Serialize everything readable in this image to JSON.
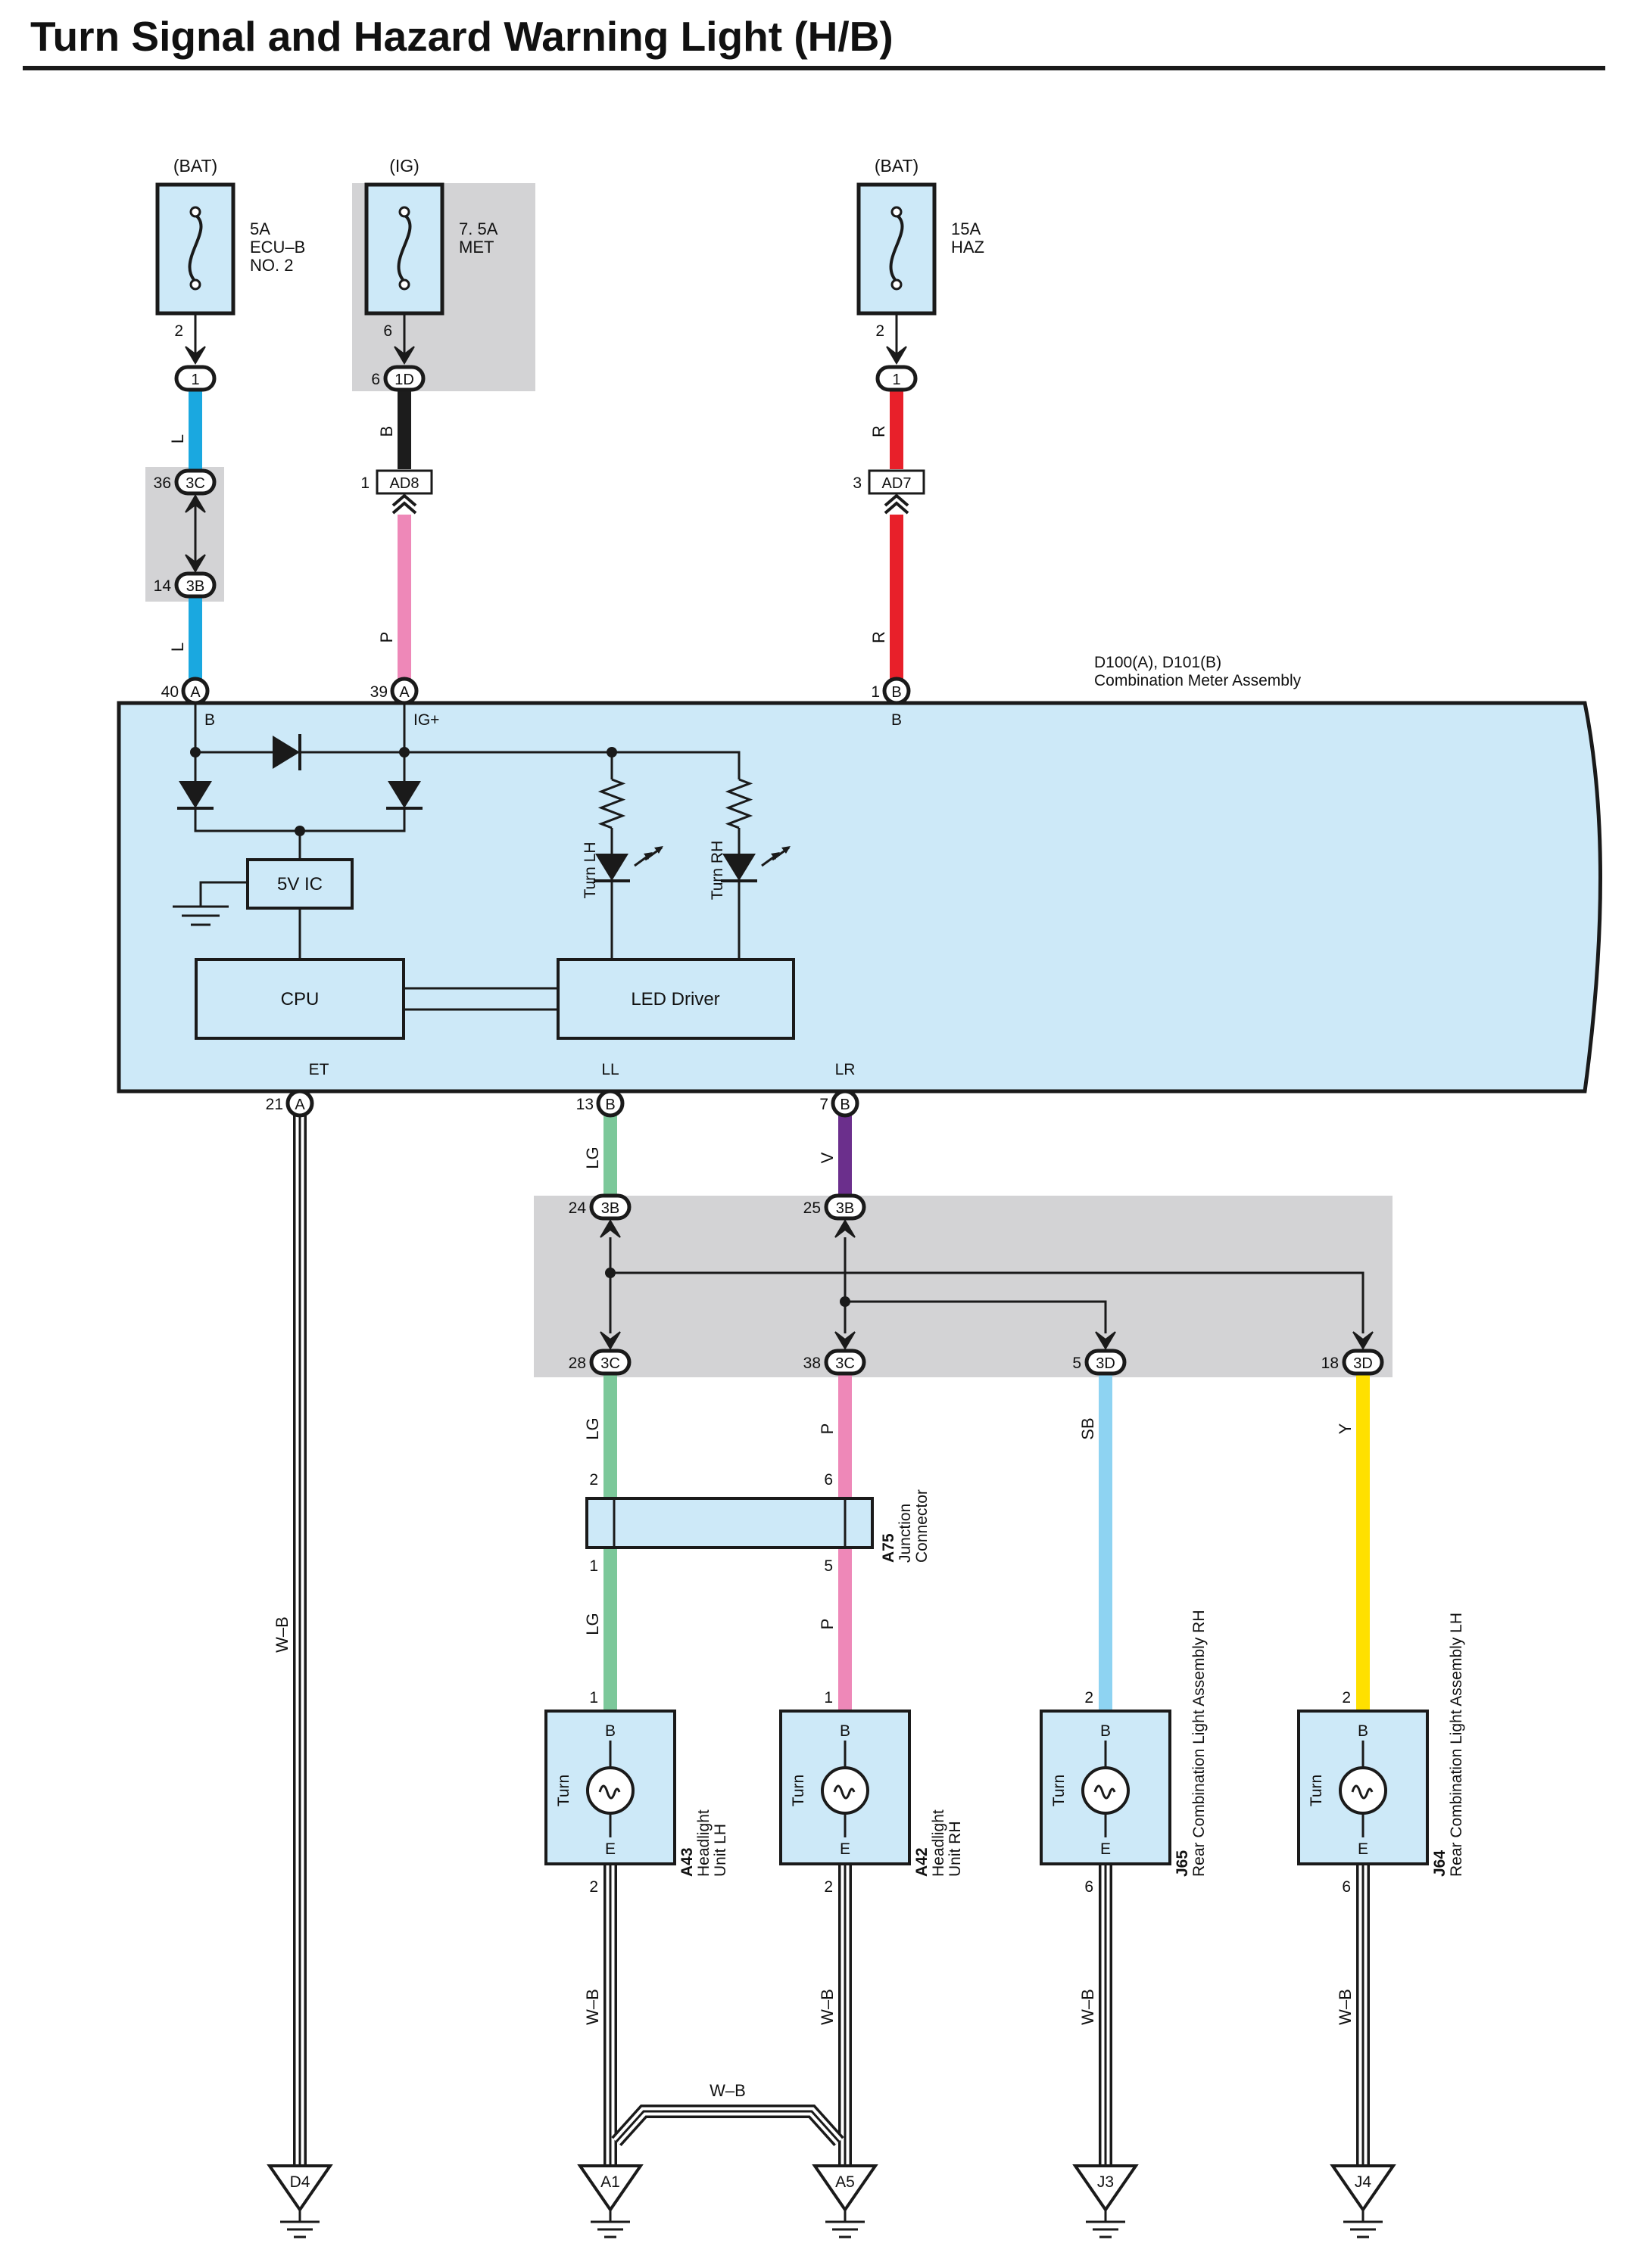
{
  "title": "Turn Signal and Hazard Warning Light (H/B)",
  "sources": [
    {
      "supply": "(BAT)",
      "rating": "5A",
      "name_lines": [
        "ECU–B",
        "NO. 2"
      ],
      "out_pin": "2",
      "connector": "1"
    },
    {
      "supply": "(IG)",
      "rating": "7. 5A",
      "name_lines": [
        "MET"
      ],
      "out_pin": "6",
      "connector": "1D"
    },
    {
      "supply": "(BAT)",
      "rating": "15A",
      "name_lines": [
        "HAZ"
      ],
      "out_pin": "2",
      "connector": "1"
    }
  ],
  "inline_connectors": [
    {
      "pin": "36",
      "code": "3C"
    },
    {
      "pin": "14",
      "code": "3B"
    },
    {
      "pin": "1",
      "code": "AD8"
    },
    {
      "pin": "3",
      "code": "AD7"
    }
  ],
  "wire_colors": {
    "L": "#1aa8e0",
    "B": "#1c1c1c",
    "R": "#e8202a",
    "P": "#ee88b8",
    "LG": "#7cc89a",
    "V": "#6b2f8c",
    "SB": "#8ed3f2",
    "Y": "#ffe000",
    "W-B": "#ffffff"
  },
  "colors": {
    "block_fill": "#cde9f8",
    "junction_fill": "#d3d3d5",
    "outline": "#1a1a1a"
  },
  "meter": {
    "ids": "D100(A), D101(B)",
    "name": "Combination Meter Assembly",
    "top_pins": [
      {
        "num": "40",
        "conn": "A",
        "label": "B",
        "wire_top": "L",
        "wire_bottom": "L"
      },
      {
        "num": "39",
        "conn": "A",
        "label": "IG+",
        "wire_top": "B",
        "wire_bottom": "P"
      },
      {
        "num": "1",
        "conn": "B",
        "label": "B",
        "wire_top": "R",
        "wire_bottom": "R"
      }
    ],
    "bottom_pins": [
      {
        "num": "21",
        "conn": "A",
        "label": "ET"
      },
      {
        "num": "13",
        "conn": "B",
        "label": "LL"
      },
      {
        "num": "7",
        "conn": "B",
        "label": "LR"
      }
    ],
    "blocks": {
      "ic": "5V IC",
      "cpu": "CPU",
      "led": "LED Driver"
    },
    "indicators": [
      "Turn LH",
      "Turn RH"
    ]
  },
  "junction": {
    "inputs": [
      {
        "pin": "24",
        "code": "3B",
        "wire": "LG"
      },
      {
        "pin": "25",
        "code": "3B",
        "wire": "V"
      }
    ],
    "outputs": [
      {
        "pin": "28",
        "code": "3C",
        "wire": "LG"
      },
      {
        "pin": "38",
        "code": "3C",
        "wire": "P"
      },
      {
        "pin": "5",
        "code": "3D",
        "wire": "SB"
      },
      {
        "pin": "18",
        "code": "3D",
        "wire": "Y"
      }
    ]
  },
  "junction_connector": {
    "id": "A75",
    "name_lines": [
      "Junction",
      "Connector"
    ],
    "pins_in": [
      "2",
      "6"
    ],
    "pins_out": [
      "1",
      "5"
    ],
    "wire_below": [
      "LG",
      "P"
    ]
  },
  "lamps": [
    {
      "id": "A43",
      "name_lines": [
        "Headlight",
        "Unit LH"
      ],
      "in_pin": "1",
      "out_pin": "2",
      "b": "B",
      "e": "E",
      "label": "Turn",
      "ground_wire": "W–B"
    },
    {
      "id": "A42",
      "name_lines": [
        "Headlight",
        "Unit RH"
      ],
      "in_pin": "1",
      "out_pin": "2",
      "b": "B",
      "e": "E",
      "label": "Turn",
      "ground_wire": "W–B"
    },
    {
      "id": "J65",
      "name_lines": [
        "Rear Combination Light Assembly RH"
      ],
      "in_pin": "2",
      "out_pin": "6",
      "b": "B",
      "e": "E",
      "label": "Turn",
      "ground_wire": "W–B"
    },
    {
      "id": "J64",
      "name_lines": [
        "Rear Combination Light Assembly LH"
      ],
      "in_pin": "2",
      "out_pin": "6",
      "b": "B",
      "e": "E",
      "label": "Turn",
      "ground_wire": "W–B"
    }
  ],
  "et_wire": "W–B",
  "bridge_wire": "W–B",
  "grounds": [
    "D4",
    "A1",
    "A5",
    "J3",
    "J4"
  ]
}
